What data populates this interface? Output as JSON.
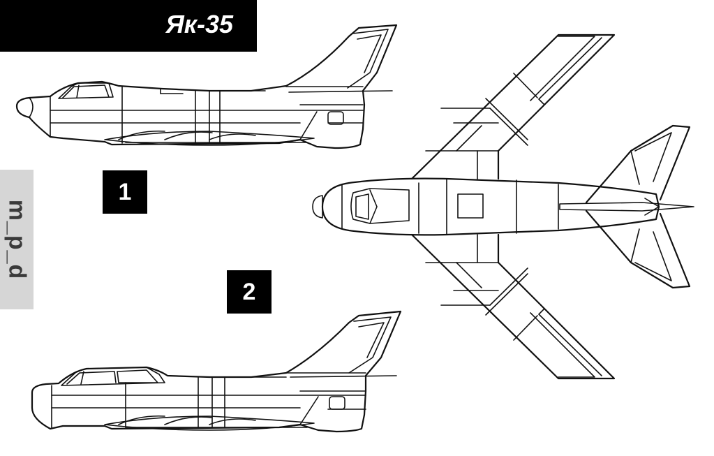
{
  "title": "Як-35",
  "side_tag": "m_p_d",
  "view_labels": [
    "1",
    "2"
  ]
}
